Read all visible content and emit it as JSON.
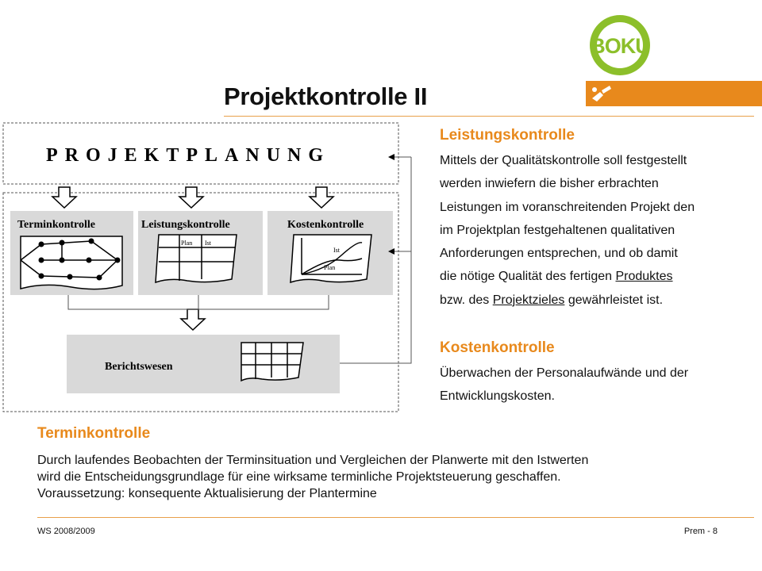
{
  "title": "Projektkontrolle II",
  "logo": {
    "text": "BOKU",
    "accent": "#8CBF2A",
    "bar_color": "#E8891C"
  },
  "diagram": {
    "header": "PROJEKTPLANUNG",
    "boxes": [
      "Terminkontrolle",
      "Leistungskontrolle",
      "Kostenkontrolle"
    ],
    "plan_label": "Plan",
    "ist_label": "Ist",
    "report_box": "Berichtswesen"
  },
  "leistung": {
    "heading": "Leistungskontrolle",
    "lines": [
      "Mittels der Qualitätskontrolle soll festgestellt",
      "werden inwiefern die bisher erbrachten",
      "Leistungen im voranschreitenden Projekt den",
      "im Projektplan festgehaltenen qualitativen",
      "Anforderungen entsprechen, und ob damit"
    ],
    "line6_pre": "die nötige Qualität des fertigen ",
    "line6_link": "Produktes",
    "line7_pre": "bzw. des ",
    "line7_link": "Projektzieles",
    "line7_post": " gewährleistet ist."
  },
  "kosten": {
    "heading": "Kostenkontrolle",
    "lines": [
      "Überwachen der Personalaufwände und der",
      "Entwicklungskosten."
    ]
  },
  "termin": {
    "heading": "Terminkontrolle",
    "lines": [
      "Durch laufendes Beobachten der Terminsituation und Vergleichen der Planwerte mit den Istwerten",
      "wird die Entscheidungsgrundlage für eine wirksame terminliche Projektsteuerung geschaffen.",
      "Voraussetzung: konsequente Aktualisierung der Plantermine"
    ]
  },
  "footer": {
    "left": "WS 2008/2009",
    "right": "Prem - 8"
  },
  "colors": {
    "heading_orange": "#E8891C",
    "rule": "#E8A04B",
    "box_gray": "#D9D9D9"
  }
}
